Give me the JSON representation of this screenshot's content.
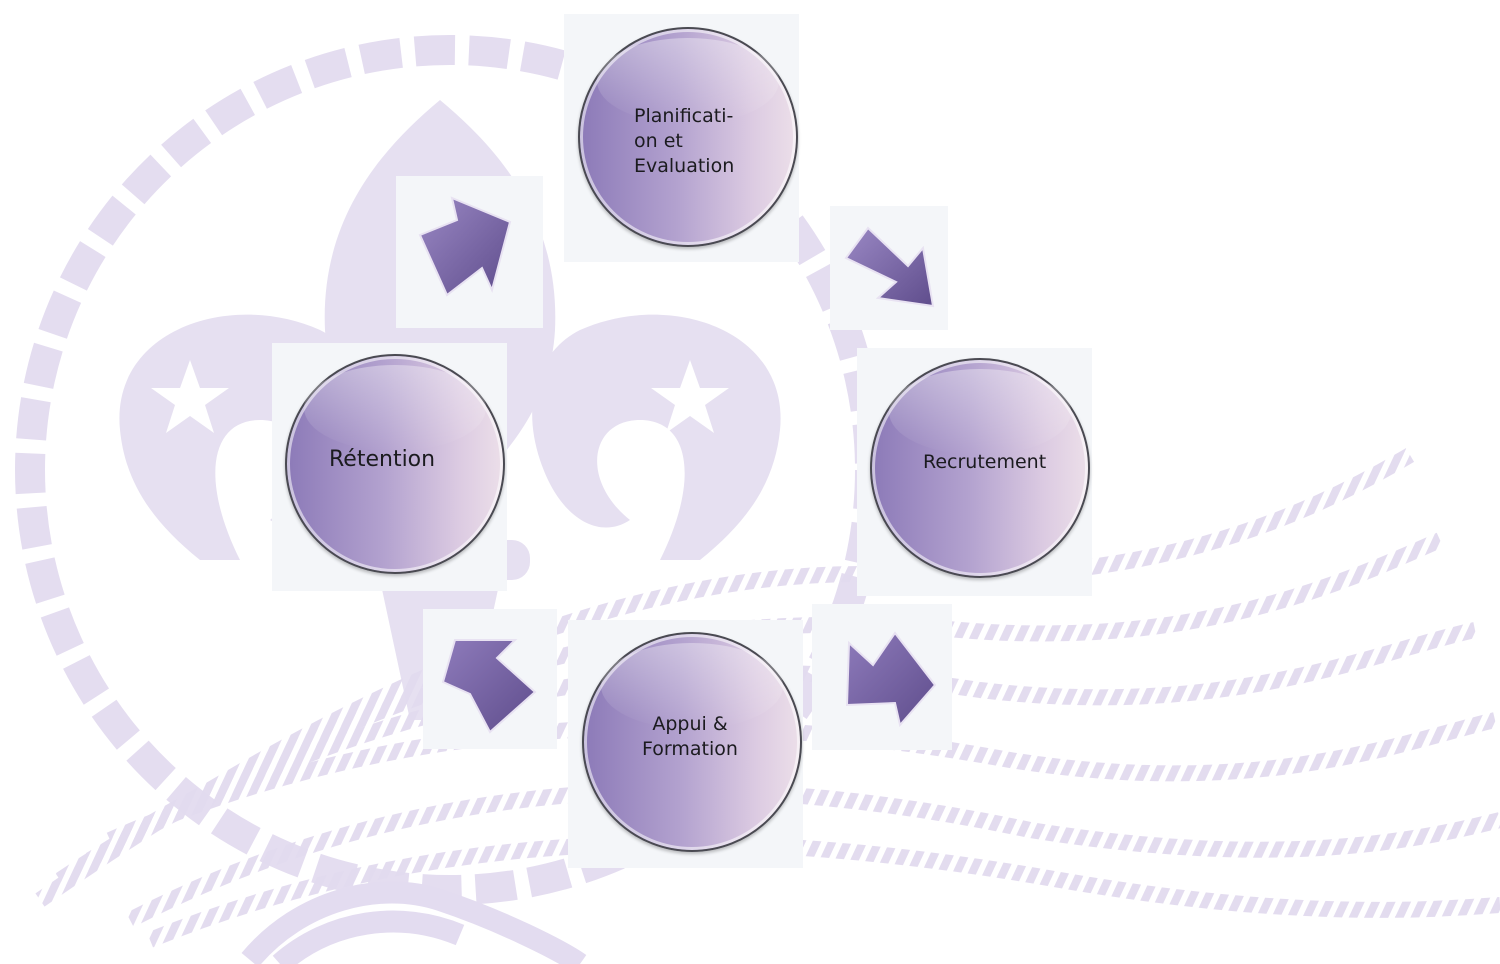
{
  "nodes": [
    {
      "label": "Planificati-\non  et\nEvaluation"
    },
    {
      "label": "Recrutement"
    },
    {
      "label": "Appui  &\nFormation"
    },
    {
      "label": "Rétention"
    }
  ],
  "colors": {
    "watermark": "#e6e1f0",
    "circle_start": "#8c7ab8",
    "circle_end": "#ecdfe9",
    "arrow_fill": "#7e6aa8",
    "tile": "#f4f6f9"
  },
  "icons": [
    "fleur-de-lis-emblem",
    "rope-border",
    "cycle-arrow-icon"
  ]
}
